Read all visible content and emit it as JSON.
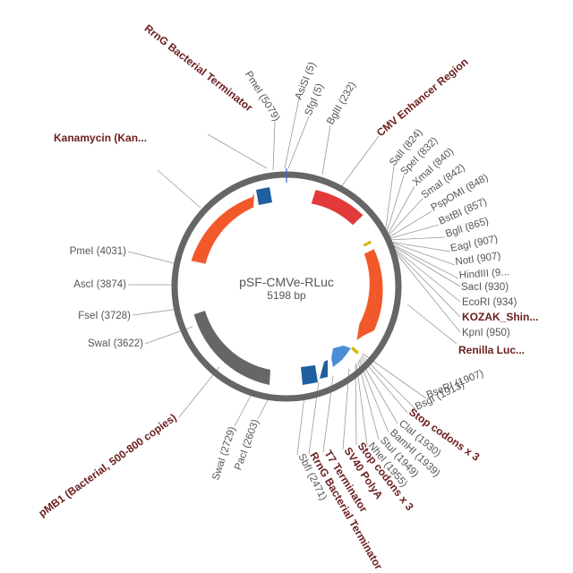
{
  "plasmid": {
    "name": "pSF-CMVe-RLuc",
    "size": "5198 bp"
  },
  "colors": {
    "backbone": "#666666",
    "red_feature": "#e23a3a",
    "orange_feature": "#f2592a",
    "blue_feature": "#1f5fa0",
    "light_blue_feature": "#4a8fd6",
    "gray_feature": "#666666",
    "yellow_tick": "#d7b400",
    "feature_label": "#6b1d1d",
    "site_label": "#555555"
  },
  "labels": [
    {
      "id": "rrng1",
      "text": "RrnG Bacterial Terminator",
      "kind": "feature"
    },
    {
      "id": "pmei5079",
      "text": "PmeI (5079)",
      "kind": "site"
    },
    {
      "id": "asisi",
      "text": "AsiSI (5)",
      "kind": "site"
    },
    {
      "id": "sfii",
      "text": "SfgI (5)",
      "kind": "site"
    },
    {
      "id": "bglii",
      "text": "BglII (232)",
      "kind": "site"
    },
    {
      "id": "cmv",
      "text": "CMV Enhancer Region",
      "kind": "feature"
    },
    {
      "id": "sali",
      "text": "SalI (824)",
      "kind": "site"
    },
    {
      "id": "spei",
      "text": "SpeI (832)",
      "kind": "site"
    },
    {
      "id": "xmai",
      "text": "XmaI (840)",
      "kind": "site"
    },
    {
      "id": "smai",
      "text": "SmaI (842)",
      "kind": "site"
    },
    {
      "id": "pspomi",
      "text": "PspOMI (848)",
      "kind": "site"
    },
    {
      "id": "bstbi",
      "text": "BstBI (857)",
      "kind": "site"
    },
    {
      "id": "bgli",
      "text": "BglI (865)",
      "kind": "site"
    },
    {
      "id": "eagi",
      "text": "EagI (907)",
      "kind": "site"
    },
    {
      "id": "noti",
      "text": "NotI (907)",
      "kind": "site"
    },
    {
      "id": "hindiii",
      "text": "HindIII (9...",
      "kind": "site"
    },
    {
      "id": "saci",
      "text": "SacI (930)",
      "kind": "site"
    },
    {
      "id": "ecori",
      "text": "EcoRI (934)",
      "kind": "site"
    },
    {
      "id": "kozak",
      "text": "KOZAK_Shin...",
      "kind": "feature"
    },
    {
      "id": "kpni",
      "text": "KpnI (950)",
      "kind": "site"
    },
    {
      "id": "rluc",
      "text": "Renilla Luc...",
      "kind": "feature"
    },
    {
      "id": "bseri",
      "text": "BseRI (1907)",
      "kind": "site"
    },
    {
      "id": "bsgi",
      "text": "BsgI (1913)",
      "kind": "site"
    },
    {
      "id": "stop1",
      "text": "Stop codons x 3",
      "kind": "feature"
    },
    {
      "id": "clai",
      "text": "ClaI (1930)",
      "kind": "site"
    },
    {
      "id": "bamhi",
      "text": "BamHI (1939)",
      "kind": "site"
    },
    {
      "id": "stui",
      "text": "StuI (1949)",
      "kind": "site"
    },
    {
      "id": "nhei",
      "text": "NheI (1955)",
      "kind": "site"
    },
    {
      "id": "stop2",
      "text": "Stop codons x 3",
      "kind": "feature"
    },
    {
      "id": "sv40",
      "text": "SV40 PolyA",
      "kind": "feature"
    },
    {
      "id": "t7",
      "text": "T7 Terminator",
      "kind": "feature"
    },
    {
      "id": "rrng2",
      "text": "RrnG Bacterial Terminator",
      "kind": "feature"
    },
    {
      "id": "sbfi",
      "text": "SbfI (2471)",
      "kind": "site"
    },
    {
      "id": "paci",
      "text": "PacI (2603)",
      "kind": "site"
    },
    {
      "id": "swai2729",
      "text": "SwaI (2729)",
      "kind": "site"
    },
    {
      "id": "pmb1",
      "text": "pMB1 (Bacterial, 500-800 copies)",
      "kind": "feature"
    },
    {
      "id": "swai3622",
      "text": "SwaI (3622)",
      "kind": "site"
    },
    {
      "id": "fsei",
      "text": "FseI (3728)",
      "kind": "site"
    },
    {
      "id": "asci",
      "text": "AscI (3874)",
      "kind": "site"
    },
    {
      "id": "pmei4031",
      "text": "PmeI (4031)",
      "kind": "site"
    },
    {
      "id": "kan",
      "text": "Kanamycin (Kan...",
      "kind": "feature"
    }
  ]
}
